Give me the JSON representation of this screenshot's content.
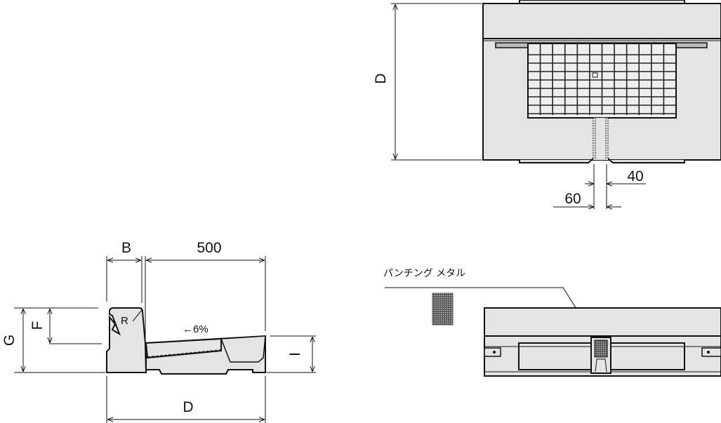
{
  "top_view": {
    "label_depth": "D",
    "label_inner_width": "40",
    "label_outer_width": "60"
  },
  "side_view": {
    "label_b": "B",
    "label_width": "500",
    "label_g": "G",
    "label_f": "F",
    "label_i": "I",
    "label_d": "D",
    "label_radius": "R",
    "label_slope": "←6%"
  },
  "front_view": {
    "label_punching_metal": "パンチング メタル"
  },
  "colors": {
    "fill": "#e4e4e4",
    "line": "#111111"
  }
}
